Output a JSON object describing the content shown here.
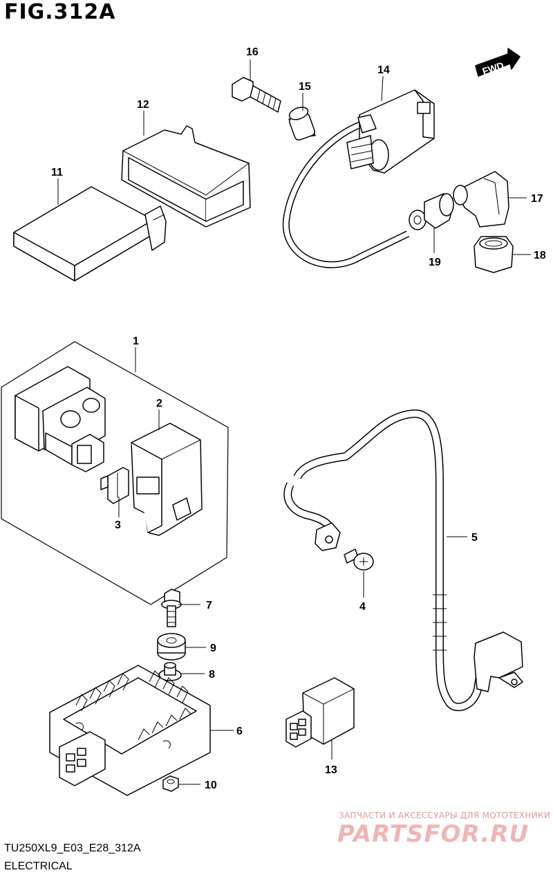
{
  "figure": {
    "title": "FIG.312A"
  },
  "footer": {
    "model_code": "TU250XL9_E03_E28_312A",
    "section": "ELECTRICAL"
  },
  "direction_badge": {
    "text": "FWD"
  },
  "watermark": {
    "tagline": "ЗАПЧАСТИ И АКСЕССУАРЫ ДЛЯ МОТОТЕХНИКИ",
    "brand": "PARTSFOR.RU"
  },
  "callouts": {
    "c1": "1",
    "c2": "2",
    "c3": "3",
    "c4": "4",
    "c5": "5",
    "c6": "6",
    "c7": "7",
    "c8": "8",
    "c9": "9",
    "c10": "10",
    "c11": "11",
    "c12": "12",
    "c13": "13",
    "c14": "14",
    "c15": "15",
    "c16": "16",
    "c17": "17",
    "c18": "18",
    "c19": "19"
  }
}
